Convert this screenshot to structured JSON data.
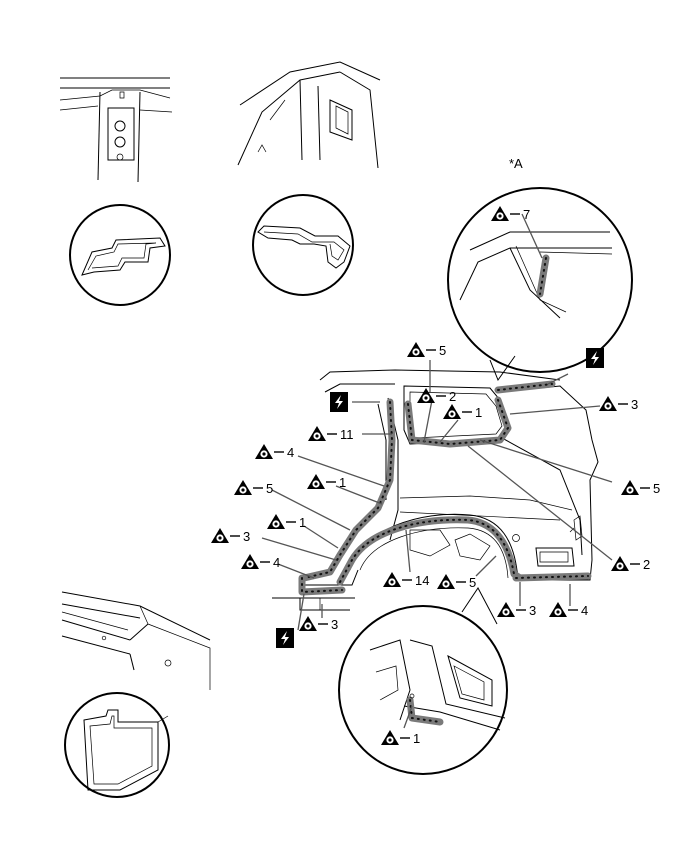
{
  "view_label": "*A",
  "callouts": [
    {
      "id": "c-7",
      "num": "7"
    },
    {
      "id": "c-5a",
      "num": "5"
    },
    {
      "id": "c-2a",
      "num": "2"
    },
    {
      "id": "c-1a",
      "num": "1"
    },
    {
      "id": "c-3a",
      "num": "3"
    },
    {
      "id": "c-11",
      "num": "11"
    },
    {
      "id": "c-4a",
      "num": "4"
    },
    {
      "id": "c-5b",
      "num": "5"
    },
    {
      "id": "c-1b",
      "num": "1"
    },
    {
      "id": "c-5c",
      "num": "5"
    },
    {
      "id": "c-1c",
      "num": "1"
    },
    {
      "id": "c-3b",
      "num": "3"
    },
    {
      "id": "c-2b",
      "num": "2"
    },
    {
      "id": "c-4b",
      "num": "4"
    },
    {
      "id": "c-14",
      "num": "14"
    },
    {
      "id": "c-5d",
      "num": "5"
    },
    {
      "id": "c-3c",
      "num": "3"
    },
    {
      "id": "c-4c",
      "num": "4"
    },
    {
      "id": "c-3d",
      "num": "3"
    },
    {
      "id": "c-1d",
      "num": "1"
    }
  ],
  "icons": {
    "sealer": "sealer-apply-triangle-icon",
    "weld": "spot-weld-lightning-icon"
  }
}
